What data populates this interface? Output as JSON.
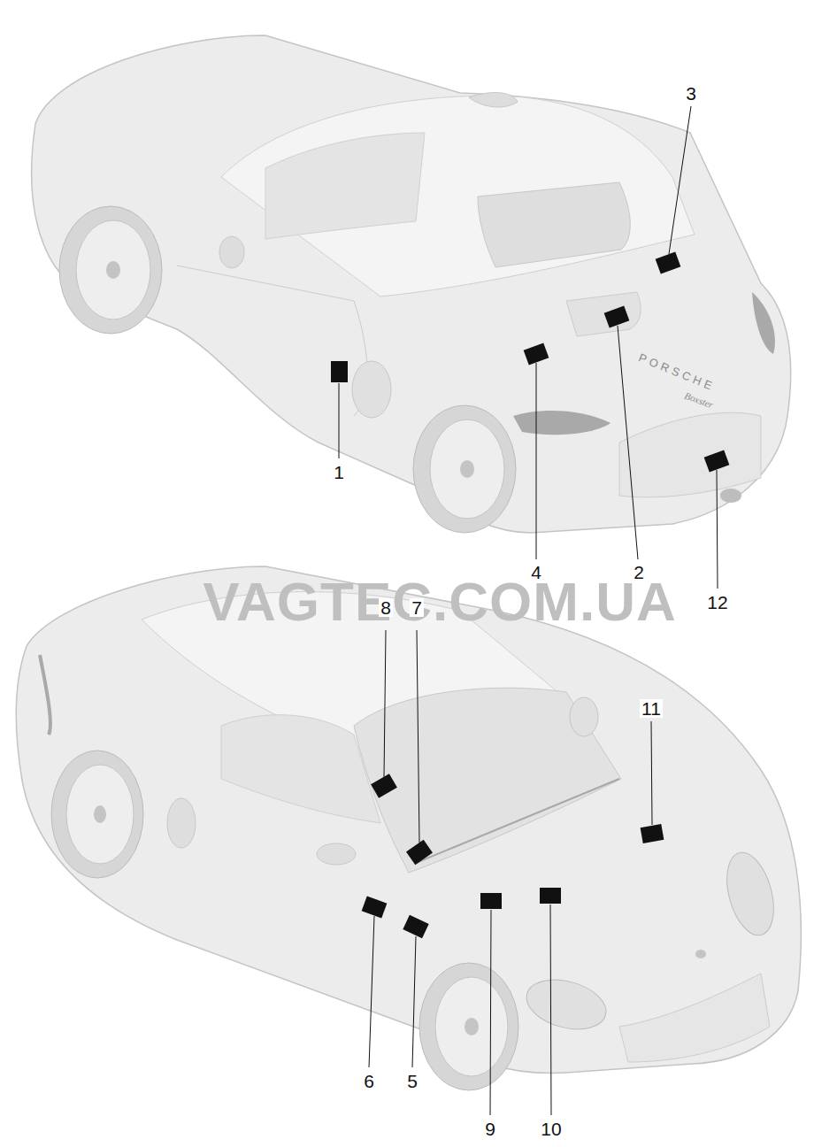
{
  "diagram": {
    "labels": [
      "3",
      "1",
      "4",
      "2",
      "12",
      "PORSCHE",
      "Boxster",
      "VAGTEC.COM.UA",
      "8",
      "7",
      "11",
      "6",
      "5",
      "9",
      "10"
    ]
  }
}
